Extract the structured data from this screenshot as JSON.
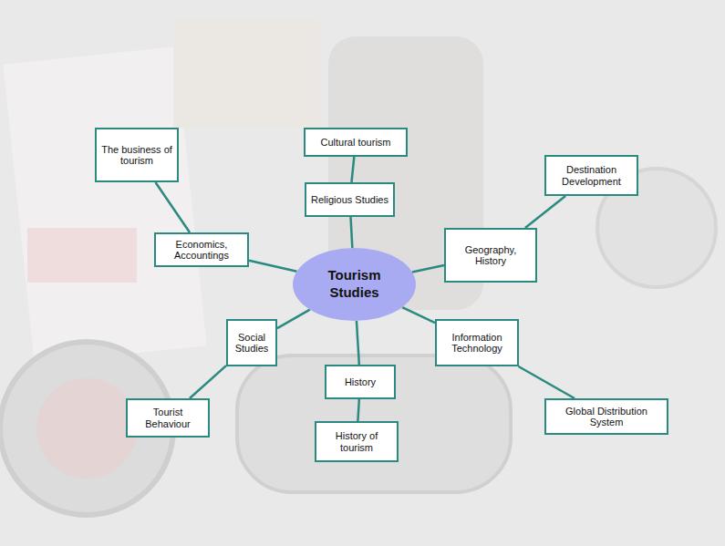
{
  "diagram": {
    "nodes": [
      {
        "text": [
          "The business of tourism"
        ]
      },
      {
        "text": [
          "Cultural tourism"
        ]
      },
      {
        "text": [
          "Destination Development"
        ]
      },
      {
        "text": [
          "Religious Studies"
        ]
      },
      {
        "text": [
          "Geography, History"
        ]
      },
      {
        "text": [
          "Economics, Accountings"
        ]
      },
      {
        "text": [
          "Tourism Studies"
        ]
      },
      {
        "text": [
          "Social Studies"
        ]
      },
      {
        "text": [
          "Information Technology"
        ]
      },
      {
        "text": [
          "History"
        ]
      },
      {
        "text": [
          "Tourist Behaviour"
        ]
      },
      {
        "text": [
          "Global Distribution System"
        ]
      },
      {
        "text": [
          "History of tourism"
        ]
      }
    ],
    "edges": [
      {
        "from": 6,
        "to": 5,
        "arrow": "none"
      },
      {
        "from": 5,
        "to": 0,
        "arrow": "none"
      },
      {
        "from": 6,
        "to": 3,
        "arrow": "none"
      },
      {
        "from": 3,
        "to": 1,
        "arrow": "none"
      },
      {
        "from": 6,
        "to": 4,
        "arrow": "none"
      },
      {
        "from": 4,
        "to": 2,
        "arrow": "none"
      },
      {
        "from": 6,
        "to": 7,
        "arrow": "none"
      },
      {
        "from": 7,
        "to": 10,
        "arrow": "none"
      },
      {
        "from": 6,
        "to": 9,
        "arrow": "none"
      },
      {
        "from": 9,
        "to": 12,
        "arrow": "none"
      },
      {
        "from": 6,
        "to": 8,
        "arrow": "none"
      },
      {
        "from": 8,
        "to": 11,
        "arrow": "none"
      }
    ]
  }
}
